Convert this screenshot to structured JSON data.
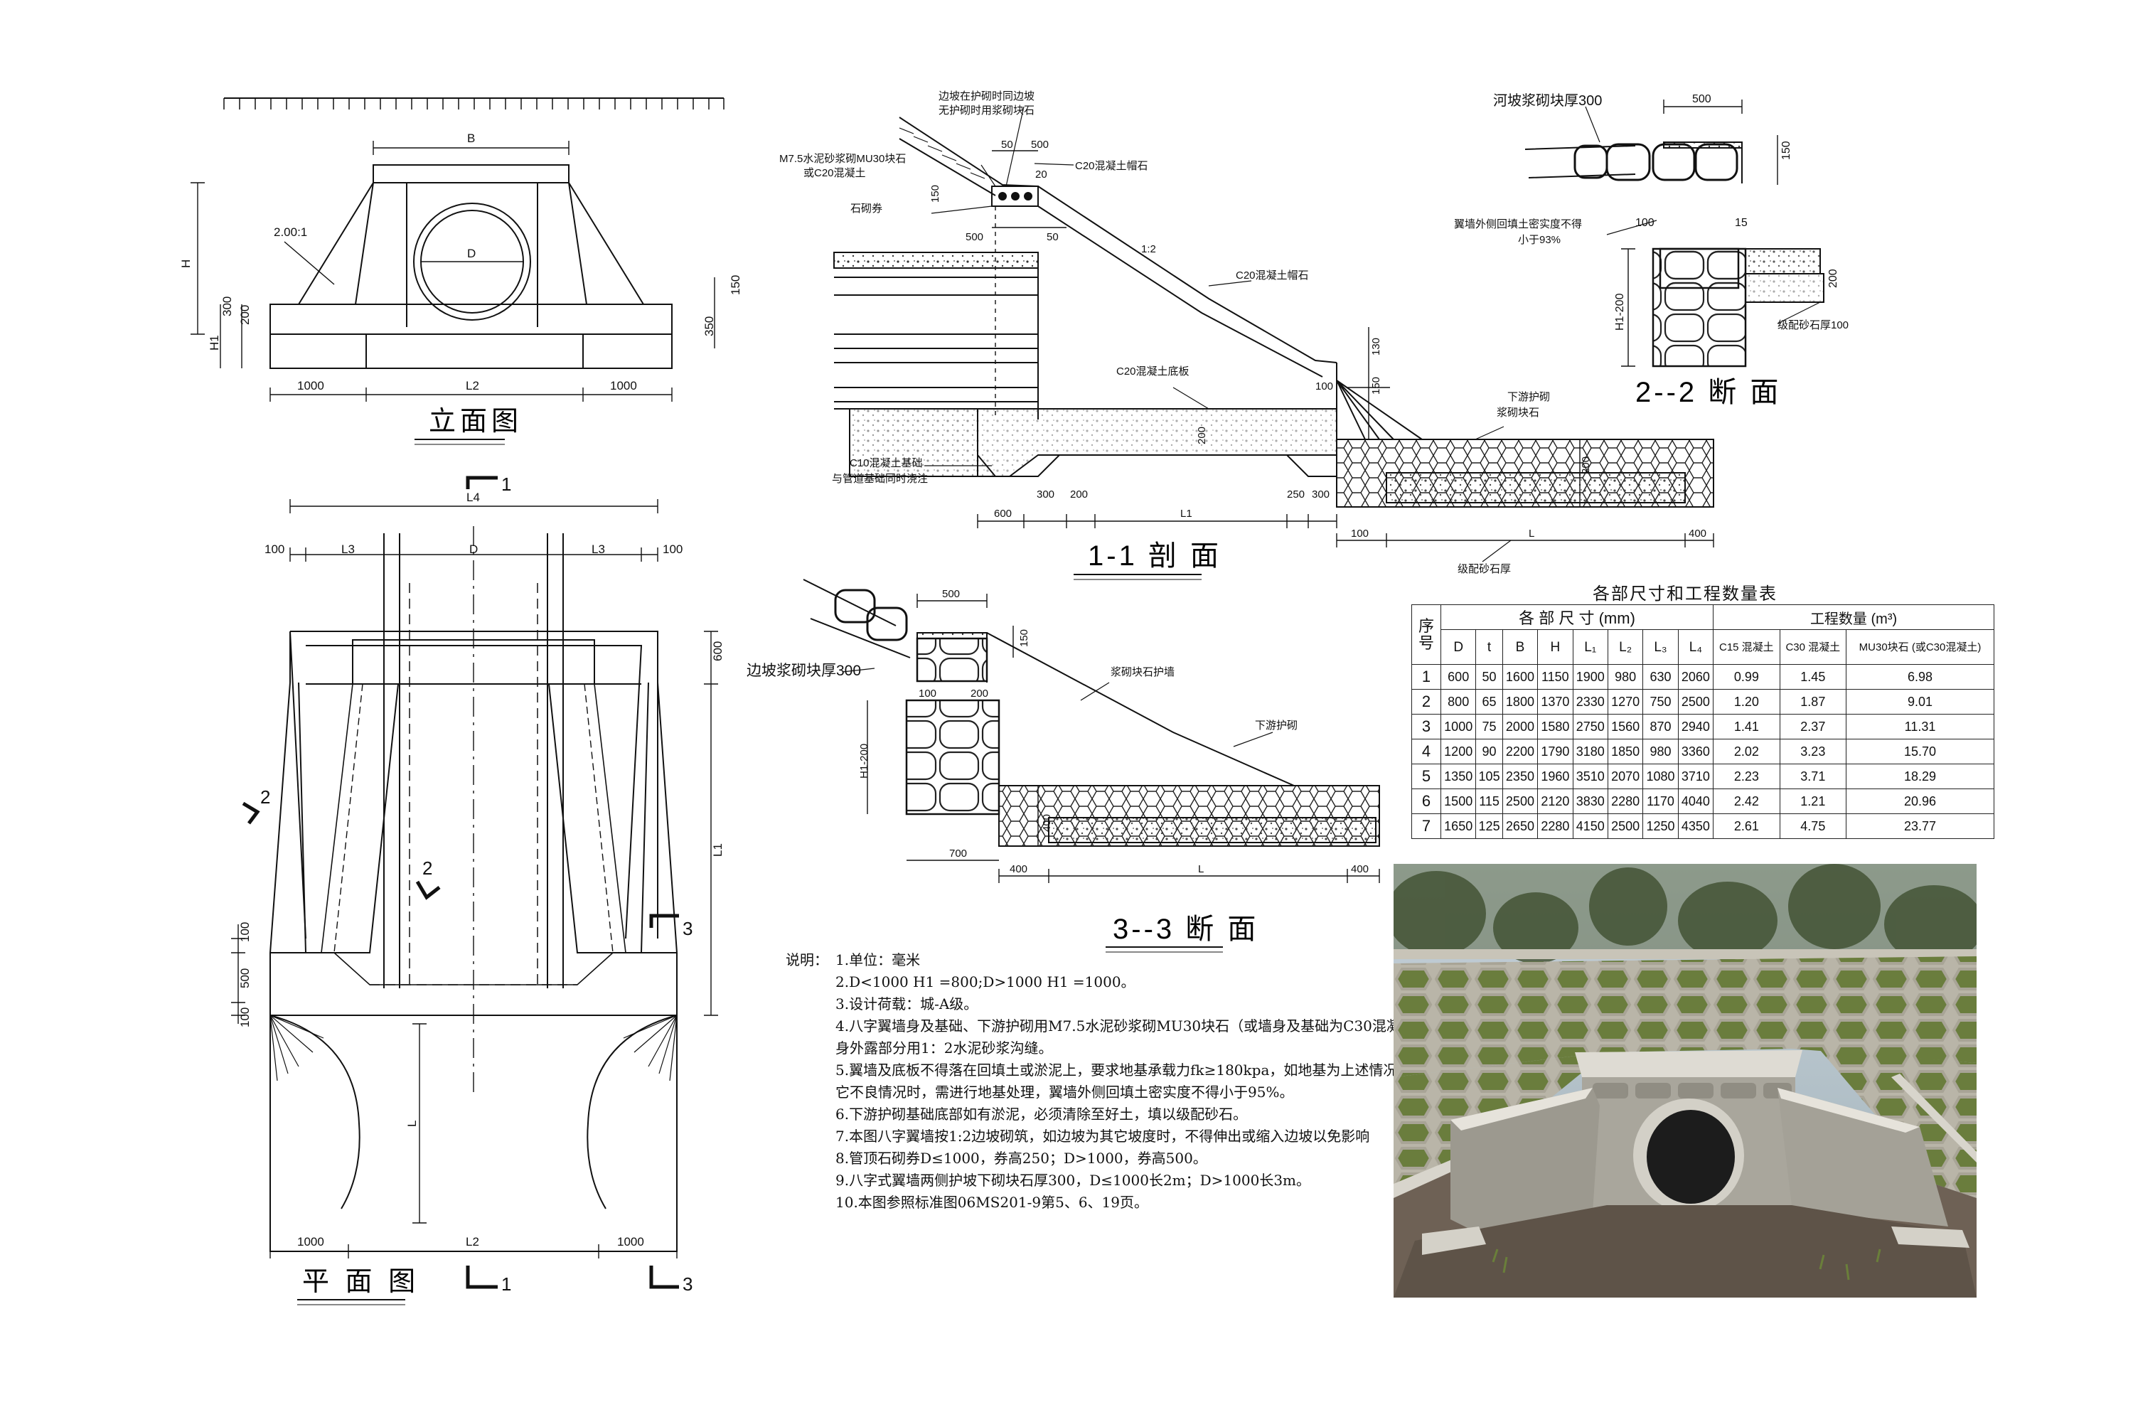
{
  "drawings": {
    "elevation": {
      "title": "立面图",
      "slope_label": "2.00:1",
      "dims": {
        "B": "B",
        "D": "D",
        "H": "H",
        "H1": "H1",
        "d200": "200",
        "d300": "300",
        "d150": "150",
        "d350": "350",
        "left": "1000",
        "L2": "L2",
        "right": "1000"
      }
    },
    "plan": {
      "title": "平 面 图",
      "dims": {
        "L4": "L4",
        "d100a": "100",
        "L3a": "L3",
        "D": "D",
        "L3b": "L3",
        "d100b": "100",
        "d600": "600",
        "L1": "L1",
        "d100c": "100",
        "d500": "500",
        "d100d": "100",
        "L": "L",
        "left": "1000",
        "L2": "L2",
        "right": "1000"
      },
      "cut_marks": {
        "c1_top": "1",
        "c1_bot": "1",
        "c2_a": "2",
        "c2_b": "2",
        "c3_top": "3",
        "c3_bot": "3"
      }
    },
    "section_1_1": {
      "title": "1-1 剖 面",
      "labels": {
        "slope_note1": "边坡在护砌时同边坡",
        "slope_note2": "无护砌时用浆砌块石",
        "m75_1": "M7.5水泥砂浆砌MU30块石",
        "m75_2": "或C20混凝土",
        "stone_arch": "石砌券",
        "c20_cap": "C20混凝土帽石",
        "slope": "1:2",
        "c20_cap2": "C20混凝土帽石",
        "c20_base": "C20混凝土底板",
        "c10_1": "C10混凝土基础",
        "c10_2": "与管道基础同时浇注",
        "downstream1": "下游护砌",
        "downstream2": "浆砌块石",
        "gravel": "级配砂石厚"
      },
      "dims": {
        "d50": "50",
        "d500": "500",
        "d20": "20",
        "d150": "150",
        "d500b": "500",
        "d50b": "50",
        "d100": "100",
        "d130": "130",
        "d150b": "150",
        "d200": "200",
        "d600": "600",
        "d300": "300",
        "d200b": "200",
        "L1": "L1",
        "d250": "250",
        "d300b": "300",
        "d100b": "100",
        "L": "L",
        "d400": "400",
        "d100c": "100"
      }
    },
    "section_2_2": {
      "title": "2--2 断 面",
      "labels": {
        "riverbank": "河坡浆砌块厚300",
        "backfill1": "翼墙外侧回填土密实度不得",
        "backfill2": "小于93%",
        "gravel": "级配砂石厚100",
        "h1": "H1-200"
      },
      "dims": {
        "d500": "500",
        "d150": "150",
        "d100": "100",
        "d15": "15",
        "d200": "200"
      }
    },
    "section_3_3": {
      "title": "3--3 断 面",
      "labels": {
        "side_slope": "边坡浆砌块厚300",
        "stone_wall": "浆砌块石护墙",
        "downstream": "下游护砌",
        "h1": "H1-200"
      },
      "dims": {
        "d500": "500",
        "d150": "150",
        "d100": "100",
        "d200": "200",
        "d400": "400",
        "d700": "700",
        "d400b": "400",
        "L": "L",
        "d400c": "400"
      }
    }
  },
  "table": {
    "title": "各部尺寸和工程数量表",
    "col_seq": "序号",
    "group_dims": "各 部 尺 寸 (mm)",
    "group_qty": "工程数量 (m³)",
    "headers": [
      "D",
      "t",
      "B",
      "H",
      "L₁",
      "L₂",
      "L₃",
      "L₄",
      "C15 混凝土",
      "C30 混凝土",
      "MU30块石 (或C30混凝土)"
    ],
    "rows": [
      [
        "1",
        "600",
        "50",
        "1600",
        "1150",
        "1900",
        "980",
        "630",
        "2060",
        "0.99",
        "1.45",
        "6.98"
      ],
      [
        "2",
        "800",
        "65",
        "1800",
        "1370",
        "2330",
        "1270",
        "750",
        "2500",
        "1.20",
        "1.87",
        "9.01"
      ],
      [
        "3",
        "1000",
        "75",
        "2000",
        "1580",
        "2750",
        "1560",
        "870",
        "2940",
        "1.41",
        "2.37",
        "11.31"
      ],
      [
        "4",
        "1200",
        "90",
        "2200",
        "1790",
        "3180",
        "1850",
        "980",
        "3360",
        "2.02",
        "3.23",
        "15.70"
      ],
      [
        "5",
        "1350",
        "105",
        "2350",
        "1960",
        "3510",
        "2070",
        "1080",
        "3710",
        "2.23",
        "3.71",
        "18.29"
      ],
      [
        "6",
        "1500",
        "115",
        "2500",
        "2120",
        "3830",
        "2280",
        "1170",
        "4040",
        "2.42",
        "1.21",
        "20.96"
      ],
      [
        "7",
        "1650",
        "125",
        "2650",
        "2280",
        "4150",
        "2500",
        "1250",
        "4350",
        "2.61",
        "4.75",
        "23.77"
      ]
    ]
  },
  "notes": {
    "lead": "说明：",
    "items": [
      "1.单位：毫米",
      "2.D<1000  H1 =800;D>1000 H1 =1000。",
      "3.设计荷载：城-A级。",
      "4.八字翼墙身及基础、下游护砌用M7.5水泥砂浆砌MU30块石（或墙身及基础为C30混凝",
      "  身外露部分用1：2水泥砂浆沟缝。",
      "5.翼墙及底板不得落在回填土或淤泥上，要求地基承载力fk≥180kpa，如地基为上述情况",
      "  它不良情况时，需进行地基处理，翼墙外侧回填土密实度不得小于95%。",
      "6.下游护砌基础底部如有淤泥，必须清除至好土，填以级配砂石。",
      "7.本图八字翼墙按1:2边坡砌筑，如边坡为其它坡度时，不得伸出或缩入边坡以免影响",
      "8.管顶石砌券D≤1000，券高250；D>1000，券高500。",
      "9.八字式翼墙两侧护坡下砌块石厚300，D≤1000长2m；D>1000长3m。",
      "10.本图参照标准图06MS201-9第5、6、19页。"
    ]
  },
  "colors": {
    "ink": "#111111",
    "sky": "#c9d6de",
    "concrete": "#bdbab2",
    "grass": "#5f7a3a"
  }
}
